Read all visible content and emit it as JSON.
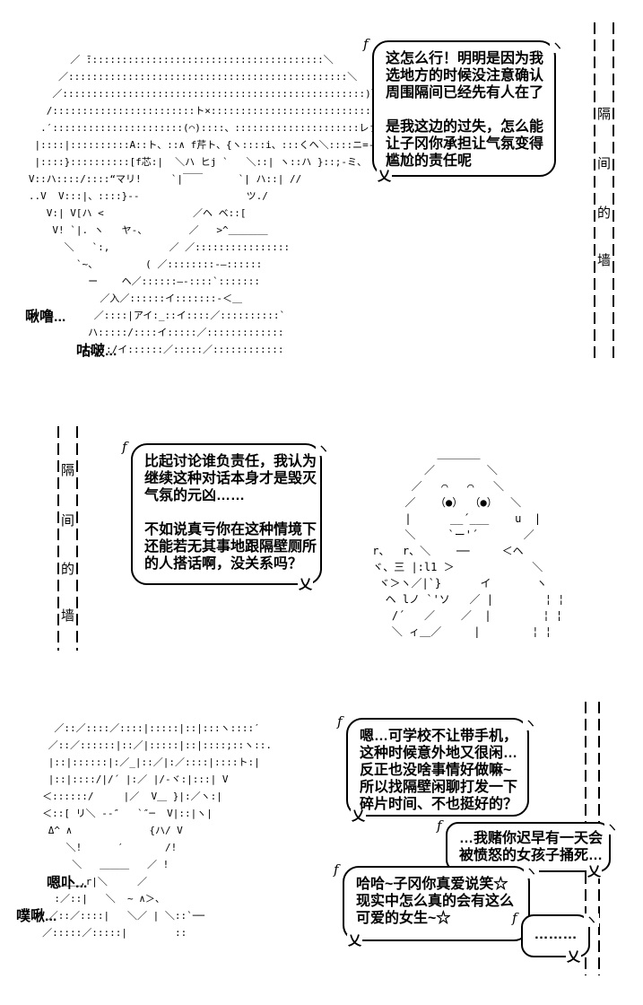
{
  "colors": {
    "background": "#ffffff",
    "ink": "#000000"
  },
  "decor": {
    "f": "f",
    "hook": "ヽ",
    "tail": "乂"
  },
  "wall_top_right": {
    "chars": [
      "隔",
      "间",
      "的",
      "墙"
    ]
  },
  "wall_middle_left": {
    "chars": [
      "隔",
      "间",
      "的",
      "墙"
    ]
  },
  "panel1": {
    "bubble1": {
      "lines": [
        "这怎么行！明明是因为我",
        "选地方的时候没注意确认",
        "周围隔间已经先有人在了",
        "",
        "是我这边的过失，怎么能",
        "让子冈你承担让气氛变得",
        "尴尬的责任呢"
      ]
    },
    "sfx1": "啾噜...",
    "sfx2": "咕啵...",
    "art": [
      "          ／ ̄::::::::::::::::::::::::::::::::::::::::＼",
      "        ／:::::::::::::::::::::::::::::::::::::::::::::::＼",
      "       ／:::::::::::::::::::::::::::::::::::::::::::::::::::)＼",
      "      /::::::::::::::::::::::::ト×:::::::::::::::::::::::::::::|",
      "     .′::::::::::::::::::::::(⌒)::::、:::::::::::::::::::::レァ",
      "    |::::|::::::::::A::ト、::∧ f芹ト、{ヽ::::i、:::くヘ＼::::ニ=-",
      "    |::::}::::::::::[f芯:|  ＼ハ ヒj `   ＼::| ヽ::ハ }::;-ミ、",
      "   V::ハ::::/::::“マリ!     `|￣￣      `| ハ::| //",
      "   ..V  V:::|、::::}--                  ツ./",
      "      V:| V[ハ <               ／ヘ ベ::[",
      "       V! `|. ヽ   ヤ-、       ／   >^＿＿＿＿",
      "         ＼   `:,          ／ ／::::::::::::::::",
      "           `~、        ( ／::::::::-―::::::",
      "             ー    ヘ／::::::―-::::`:::::::",
      "               ／入／::::::イ:::::::-＜＿",
      "              ／::::|アイ:_::イ::::／::::::::::`",
      "             ハ:::::/::::イ:::::／:::::::::::::",
      "            {:|::/イ::::::／:::::／::::::::::::"
    ]
  },
  "panel2": {
    "bubble2": {
      "lines": [
        "比起讨论谁负责任，我认为",
        "继续这种对话本身才是毁灭",
        "气氛的元凶……",
        "",
        "不如说真亏你在这种情境下",
        "还能若无其事地跟隔壁厕所",
        "的人搭话啊，没关系吗？"
      ]
    },
    "art": [
      "           ＿＿＿＿",
      "         ／        ＼",
      "       ／   ⌒   ⌒   ＼",
      "      ／   （●） （●）  ＼",
      "      |      __´___    u  |",
      "      ＼     `ー'´       ／",
      " r、  r、＼    ──     ＜ヘ",
      " ヾ、三 |:l1 ＞            ＼",
      "  ヾ＞ヽ／|`}      イ       ヽ",
      "   ヘ lノ `'ソ   ／ |        ¦ ¦",
      "    /´   ／    ／  |        ¦ ¦",
      "    ＼ ィ＿／     |        ¦ ¦"
    ]
  },
  "panel3": {
    "bubble3": {
      "lines": [
        "嗯…可学校不让带手机，",
        "这种时候意外地又很闲…",
        "反正也没啥事情好做嘛~",
        "所以找隔壁闲聊打发一下",
        "碎片时间、不也挺好的？"
      ]
    },
    "bubble4": {
      "lines": [
        "…我赌你迟早有一天会",
        "被愤怒的女孩子捅死…"
      ]
    },
    "bubble5": {
      "lines": [
        "哈哈~子冈你真爱说笑☆",
        "现实中怎么真的会有这么",
        "可爱的女生~☆"
      ]
    },
    "bubble6": {
      "lines": [
        "………"
      ]
    },
    "sfx1": "嗯卟...",
    "sfx2": "噗啾...",
    "art": [
      "       ／::／::::／::::|:::::|::|:::ヽ::::′",
      "      ／::／::::::|::／|:::::|::|::::;::ヽ::.",
      "      |::|::::::|:／_|::／|:／::::|::::ト:|",
      "      |::|::::/|/´ |:／ |/-ヾ:|:::| V",
      "     ＜::::::/     |／  V＿ }|:／ヽ:|",
      "     ＜::[ リ＼ --″   `″─  V|::|ヽ|",
      "      Δ^ ∧             {ハ/ V",
      "         ＼!      ′       /!",
      "          ＼   ＿＿＿   ／ !",
      "        ＿＿,r|＼     ／",
      "       :／::|   ＼  ~ ∧＞、",
      "      ／::／::::|   ＼／ | ＼::`──",
      "     ／:::::／:::::|        ::"
    ]
  }
}
